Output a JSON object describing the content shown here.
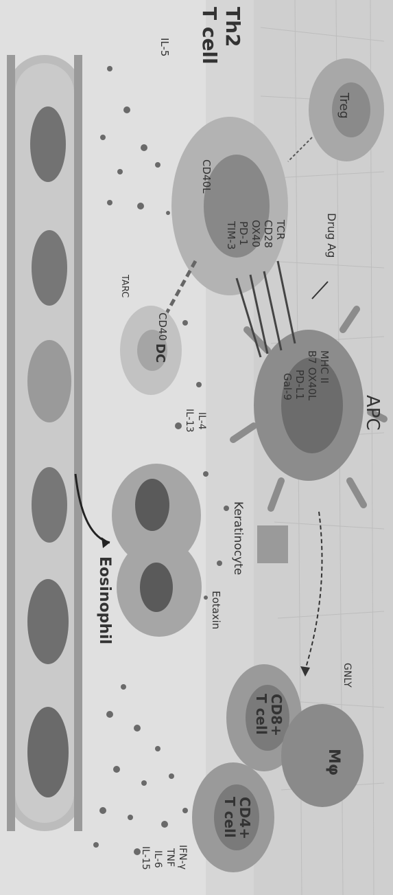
{
  "labels": {
    "th2_line1": "Th2",
    "th2_line2": "T cell",
    "il5": "IL-5",
    "treg": "Treg",
    "drug_ag": "Drug Ag",
    "tcr": "TCR",
    "cd28": "CD28",
    "ox40": "OX40",
    "pd1": "PD-1",
    "tim3": "TIM-3",
    "cd40l": "CD40L",
    "tarc": "TARC",
    "cd40": "CD40",
    "dc": "DC",
    "il4": "IL-4",
    "il13": "IL-13",
    "mhc2": "MHC II",
    "b7ox40l": "B7 OX40L",
    "pdl1": "PD-L1",
    "gal9": "Gal-9",
    "apc": "APC",
    "keratinocyte": "Keratinocyte",
    "eotaxin": "Eotaxin",
    "eosinophil": "Eosinophil",
    "gnly": "GNLY",
    "cd8_line1": "CD8+",
    "cd8_line2": "T cell",
    "mphi": "Mφ",
    "cd4_line1": "CD4+",
    "cd4_line2": "T cell",
    "ifng": "IFN-γ",
    "tnf": "TNF",
    "il6": "IL-6",
    "il15": "IL-15"
  },
  "colors": {
    "vessel": "#b5b5b5",
    "vessel_wall": "#8f8f8f",
    "rbc": "#6f6f6f",
    "cell_light": "#b0b0b0",
    "cell_dark": "#7a7a7a",
    "text": "#333333"
  }
}
